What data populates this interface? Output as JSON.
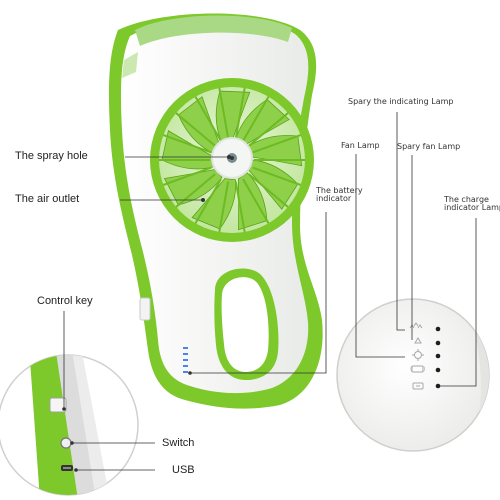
{
  "colors": {
    "accent_green": "#7dc82a",
    "dark_green": "#4f9a12",
    "body_white": "#f6f7f5",
    "line": "#333333"
  },
  "labels": {
    "spray_hole": "The spray hole",
    "air_outlet": "The air outlet",
    "control_key": "Control key",
    "switch": "Switch",
    "usb": "USB",
    "spray_indicating_lamp": "Spary the indicating Lamp",
    "fan_lamp": "Fan Lamp",
    "spray_fan_lamp": "Spary fan Lamp",
    "battery_indicator": [
      "The battery",
      "indicator"
    ],
    "charge_indicator_lamp": [
      "The charge",
      "indicator Lamp"
    ]
  },
  "icons": [
    "fan-blades-icon",
    "spray-nozzle-icon",
    "battery-leds-icon",
    "usb-port-icon",
    "mist-symbol-icon",
    "fan-symbol-icon",
    "battery-symbol-icon"
  ]
}
